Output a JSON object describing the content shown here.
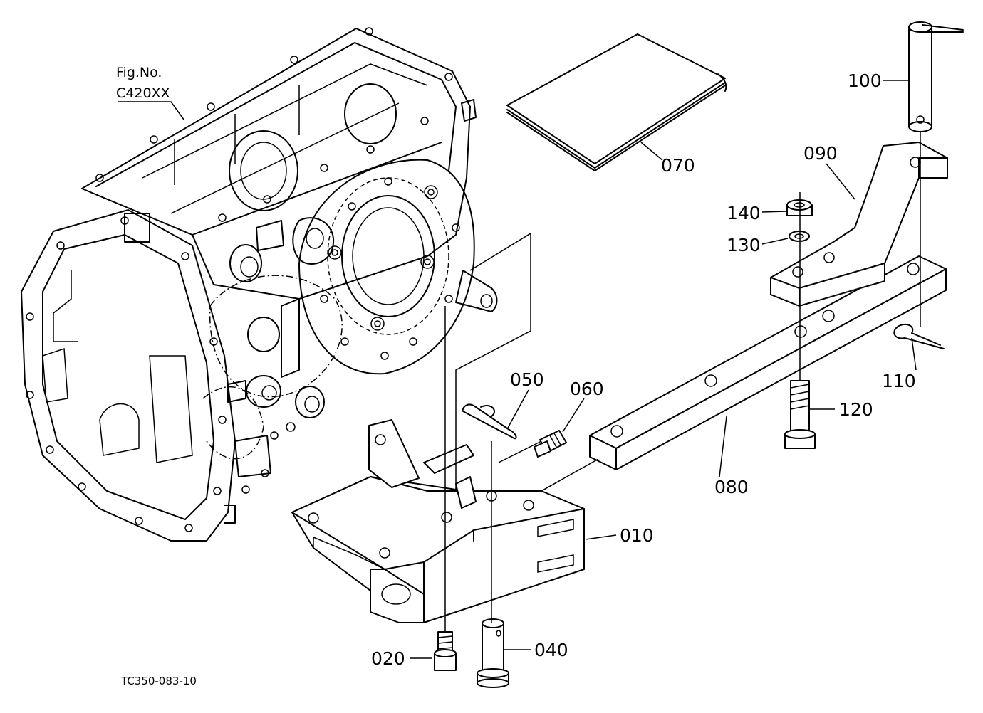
{
  "figure_reference": {
    "line1": "Fig.No.",
    "line2": "C420XX"
  },
  "drawing_code": "TC350-083-10",
  "parts": [
    {
      "id": "p010",
      "label": "010"
    },
    {
      "id": "p020",
      "label": "020"
    },
    {
      "id": "p040",
      "label": "040"
    },
    {
      "id": "p050",
      "label": "050"
    },
    {
      "id": "p060",
      "label": "060"
    },
    {
      "id": "p070",
      "label": "070"
    },
    {
      "id": "p080",
      "label": "080"
    },
    {
      "id": "p090",
      "label": "090"
    },
    {
      "id": "p100",
      "label": "100"
    },
    {
      "id": "p110",
      "label": "110"
    },
    {
      "id": "p120",
      "label": "120"
    },
    {
      "id": "p130",
      "label": "130"
    },
    {
      "id": "p140",
      "label": "140"
    }
  ]
}
